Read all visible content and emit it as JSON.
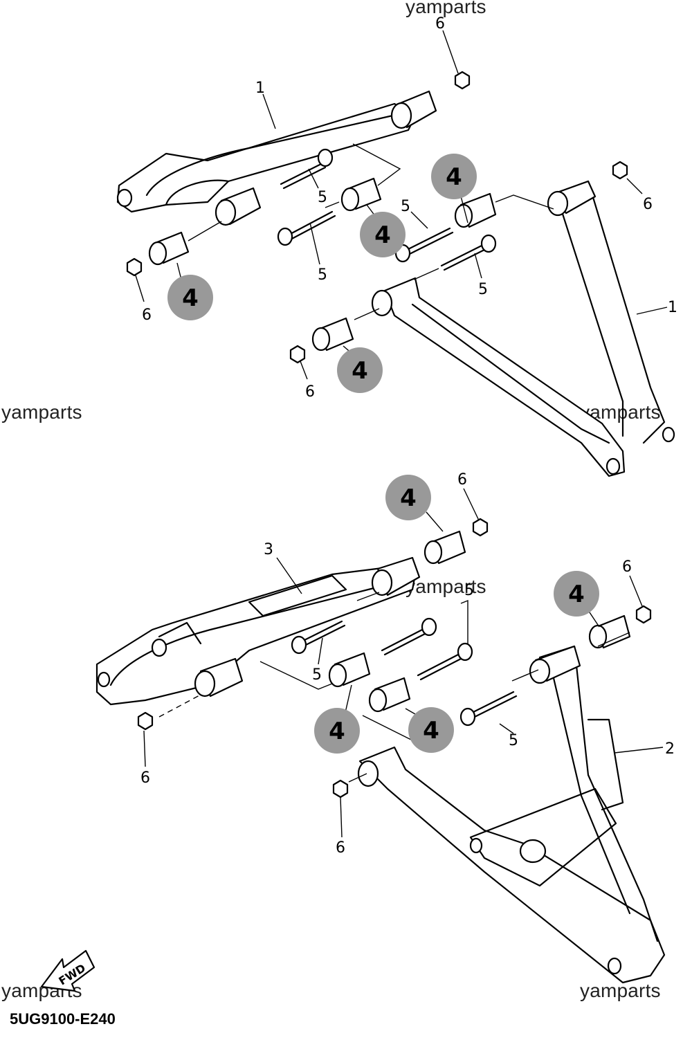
{
  "watermark": "yamparts",
  "diagram_code": "5UG9100-E240",
  "fwd_label": "FWD",
  "callouts": {
    "upper_arm": "1",
    "lower_arm_right": "2",
    "lower_arm_left": "3",
    "bushing": "4",
    "bolt": "5",
    "nut": "6"
  },
  "colors": {
    "badge_fill": "#999999",
    "line": "#000000",
    "background": "#ffffff"
  }
}
